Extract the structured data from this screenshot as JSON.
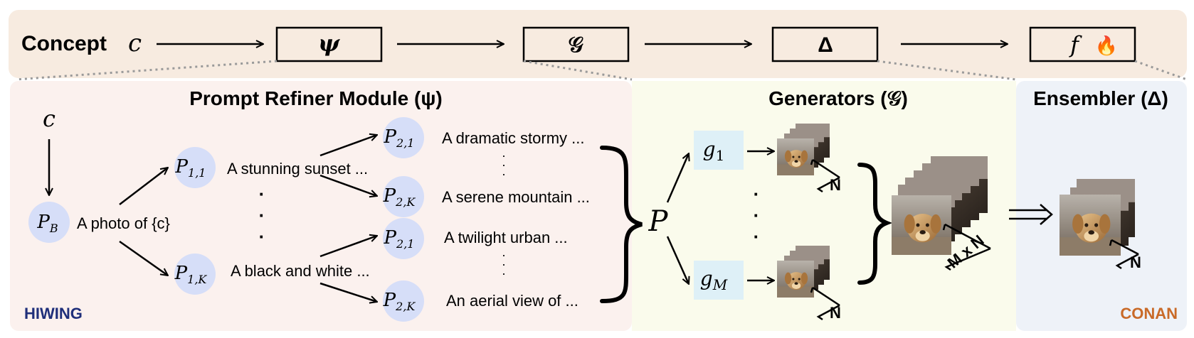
{
  "pipeline": {
    "concept_label": "Concept",
    "concept_symbol": "c",
    "stages": [
      "ψ",
      "𝒢",
      "Δ",
      "f"
    ],
    "fire_glyph": "🔥"
  },
  "panels": {
    "refiner_title": "Prompt Refiner Module (ψ)",
    "generators_title": "Generators (𝒢)",
    "ensembler_title": "Ensembler (Δ)"
  },
  "refiner": {
    "concept_node": "c",
    "base_node": {
      "base": "P",
      "sub": "B"
    },
    "base_text": "A photo of {c}",
    "level1": [
      {
        "base": "P",
        "sub": "1,1",
        "text": "A stunning sunset ..."
      },
      {
        "base": "P",
        "sub": "1,K",
        "text": "A black and white ..."
      }
    ],
    "level2": [
      {
        "base": "P",
        "sub": "2,1",
        "text": "A dramatic stormy ..."
      },
      {
        "base": "P",
        "sub": "2,K",
        "text": "A serene mountain ..."
      },
      {
        "base": "P",
        "sub": "2,1",
        "text": "A twilight urban ..."
      },
      {
        "base": "P",
        "sub": "2,K",
        "text": "An aerial view of ..."
      }
    ],
    "bottom_label": "HIWING"
  },
  "generators": {
    "prompt_set": "P",
    "items": [
      {
        "base": "g",
        "sub": "1"
      },
      {
        "base": "g",
        "sub": "M"
      }
    ],
    "count_label": "N",
    "total_label": "M x N"
  },
  "ensembler": {
    "count_label": "N",
    "bottom_label": "CONAN"
  },
  "colors": {
    "top_band": "#f7ebe0",
    "refiner_bg": "#fbf1ee",
    "generators_bg": "#fafbec",
    "ensembler_bg": "#eef2f8",
    "node_fill": "#d6def8",
    "gen_box": "#def0f7",
    "hiwing": "#1f2f7a",
    "conan": "#c96a28"
  }
}
